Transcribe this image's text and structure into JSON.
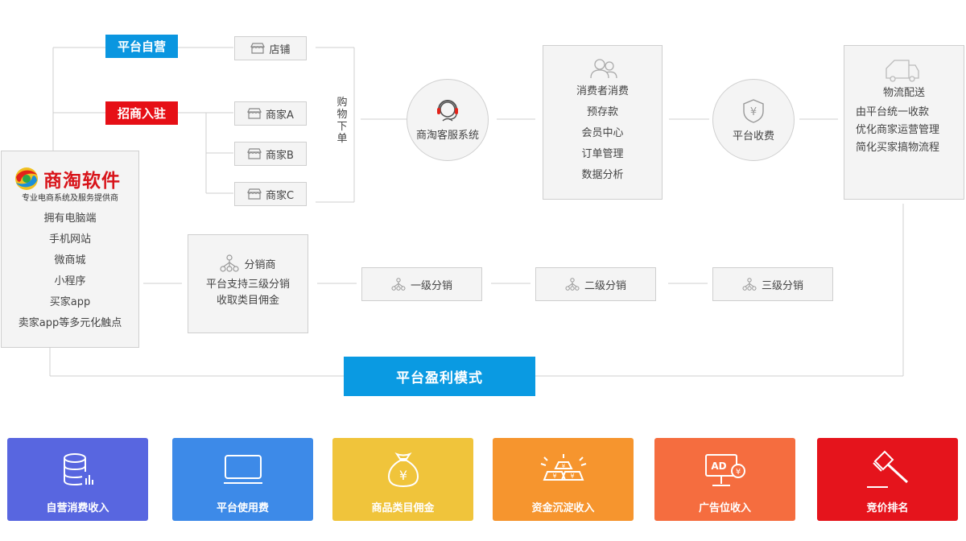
{
  "left_panel": {
    "logo_text": "商淘软件",
    "logo_sub": "专业电商系统及服务提供商",
    "items": [
      "拥有电脑端",
      "手机网站",
      "微商城",
      "小程序",
      "买家app",
      "卖家app等多元化触点"
    ]
  },
  "tags": {
    "self_operated": "平台自营",
    "merchant_join": "招商入驻"
  },
  "shops": {
    "store": "店铺",
    "a": "商家A",
    "b": "商家B",
    "c": "商家C"
  },
  "purchase_order": "购物下单",
  "service": "商淘客服系统",
  "consumer": {
    "title": "消费者消费",
    "items": [
      "预存款",
      "会员中心",
      "订单管理",
      "数据分析"
    ]
  },
  "fee": "平台收费",
  "logistics": {
    "title": "物流配送",
    "items": [
      "由平台统一收款",
      "优化商家运营管理",
      "简化买家搞物流程"
    ]
  },
  "distributor": {
    "title": "分销商",
    "lines": [
      "平台支持三级分销",
      "收取类目佣金"
    ]
  },
  "levels": [
    "一级分销",
    "二级分销",
    "三级分销"
  ],
  "profit_title": "平台盈利模式",
  "cards": [
    {
      "label": "自营消费收入",
      "color": "#5866e0",
      "icon": "database-icon"
    },
    {
      "label": "平台使用费",
      "color": "#3d8ae8",
      "icon": "monitor-icon"
    },
    {
      "label": "商品类目佣金",
      "color": "#f0c43b",
      "icon": "money-bag-icon"
    },
    {
      "label": "资金沉淀收入",
      "color": "#f6952e",
      "icon": "gold-bars-icon"
    },
    {
      "label": "广告位收入",
      "color": "#f56d3f",
      "icon": "ad-board-icon"
    },
    {
      "label": "竞价排名",
      "color": "#e5141c",
      "icon": "gavel-icon"
    }
  ],
  "colors": {
    "blue_tag": "#0a96e0",
    "red_tag": "#e60f16",
    "profit_bar": "#0a9ae2"
  }
}
